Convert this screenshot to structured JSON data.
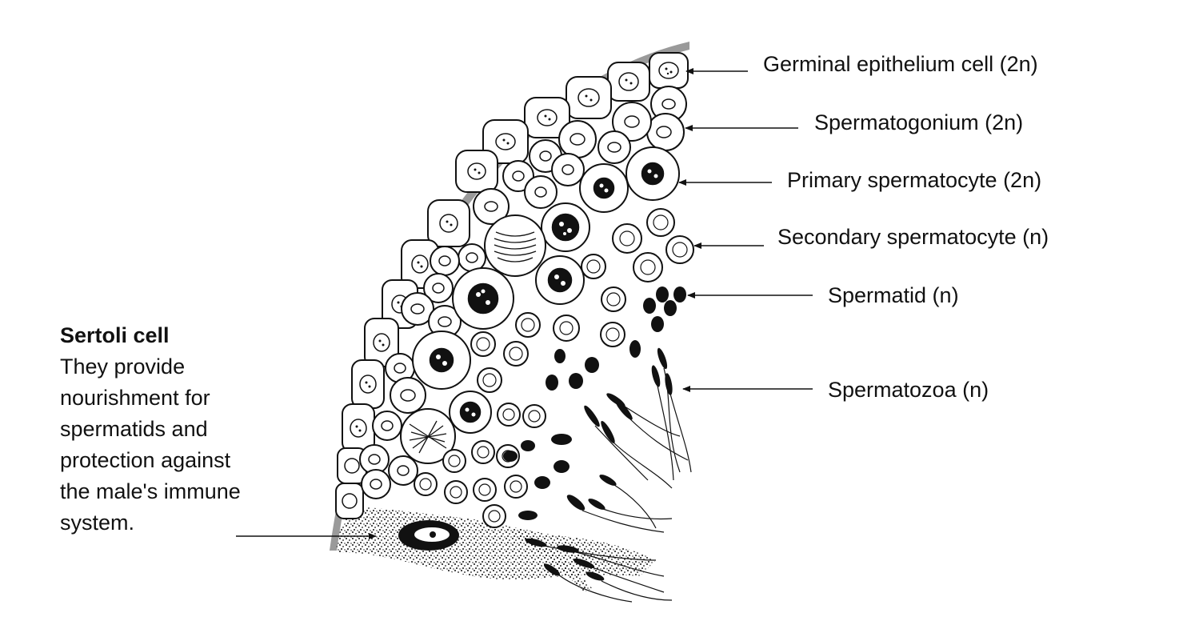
{
  "labels": [
    {
      "id": "germinal",
      "text": "Germinal epithelium cell (2n)"
    },
    {
      "id": "spermatogonium",
      "text": "Spermatogonium (2n)"
    },
    {
      "id": "primary",
      "text": "Primary spermatocyte (2n)"
    },
    {
      "id": "secondary",
      "text": "Secondary spermatocyte (n)"
    },
    {
      "id": "spermatid",
      "text": "Spermatid (n)"
    },
    {
      "id": "spermatozoa",
      "text": "Spermatozoa (n)"
    }
  ],
  "sertoli": {
    "title": "Sertoli cell",
    "description": "They provide nourishment for spermatids and protection against the male's immune system."
  }
}
